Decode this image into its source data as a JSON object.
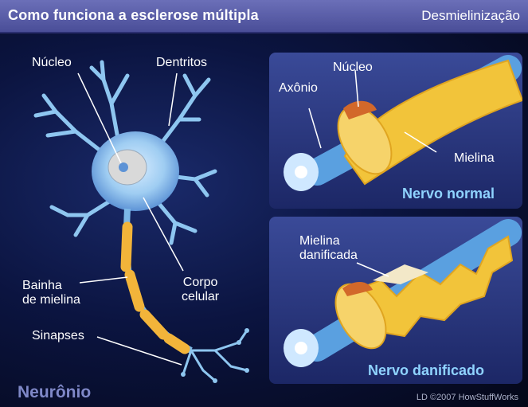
{
  "header": {
    "title": "Como funciona a esclerose múltipla",
    "subtitle": "Desmielinização"
  },
  "neuron": {
    "nucleus": "Núcleo",
    "dendrites": "Dentritos",
    "myelin_sheath": [
      "Bainha",
      "de mielina"
    ],
    "cell_body": [
      "Corpo",
      "celular"
    ],
    "synapses": "Sinapses",
    "name": "Neurônio"
  },
  "normal_nerve": {
    "nucleus": "Núcleo",
    "axon": "Axônio",
    "myelin": "Mielina",
    "caption": "Nervo normal"
  },
  "damaged_nerve": {
    "damaged_myelin": [
      "Mielina",
      "danificada"
    ],
    "caption": "Nervo danificado"
  },
  "credit": "LD ©2007 HowStuffWorks",
  "colors": {
    "header": "#5a5ea8",
    "background": "#0b1440",
    "neuron": "#8ec6f0",
    "myelin": "#f2c43a",
    "caption": "#8fd3ff"
  }
}
